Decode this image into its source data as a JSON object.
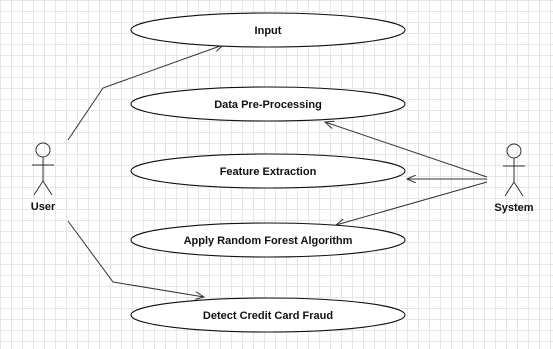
{
  "actors": {
    "user": {
      "label": "User"
    },
    "system": {
      "label": "System"
    }
  },
  "use_cases": [
    {
      "id": "input",
      "label": "Input"
    },
    {
      "id": "preprocessing",
      "label": "Data Pre-Processing"
    },
    {
      "id": "feature-extraction",
      "label": "Feature Extraction"
    },
    {
      "id": "random-forest",
      "label": "Apply Random Forest Algorithm"
    },
    {
      "id": "detect-fraud",
      "label": "Detect Credit Card Fraud"
    }
  ],
  "colors": {
    "line": "#333333",
    "grid": "#e6e6e6",
    "text": "#111111"
  }
}
